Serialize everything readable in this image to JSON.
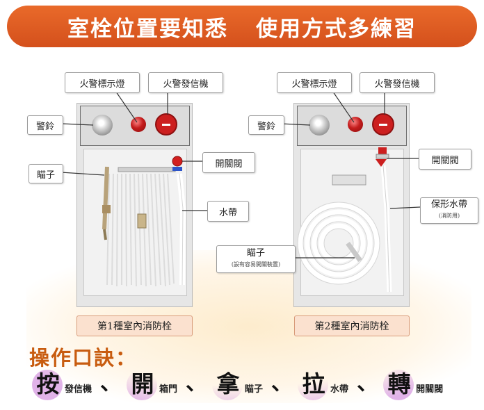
{
  "header": {
    "title_left": "室栓位置要知悉",
    "title_right": "使用方式多練習"
  },
  "left": {
    "label_light": "火警標示燈",
    "label_alarm": "火警發信機",
    "label_bell": "警鈴",
    "label_nozzle": "瞄子",
    "label_valve": "開關閥",
    "label_hose": "水帶",
    "name": "第1種室內消防栓"
  },
  "right": {
    "label_light": "火警標示燈",
    "label_alarm": "火警發信機",
    "label_bell": "警鈴",
    "label_valve": "開關閥",
    "label_hose": "保形水帶",
    "label_hose_sub": "(消防用)",
    "label_nozzle": "瞄子",
    "label_nozzle_sub": "(設有容易開關裝置)",
    "name": "第2種室內消防栓"
  },
  "operation": {
    "title": "操作口訣：",
    "separator": "、",
    "steps": [
      {
        "big": "按",
        "small": "發信機"
      },
      {
        "big": "開",
        "small": "箱門"
      },
      {
        "big": "拿",
        "small": "瞄子"
      },
      {
        "big": "拉",
        "small": "水帶"
      },
      {
        "big": "轉",
        "small": "開關閥"
      }
    ]
  },
  "colors": {
    "banner": "#dd5a22",
    "accent_text": "#c85c10",
    "highlight": "#e0b2e8",
    "name_tag": "#fbe1cf"
  }
}
